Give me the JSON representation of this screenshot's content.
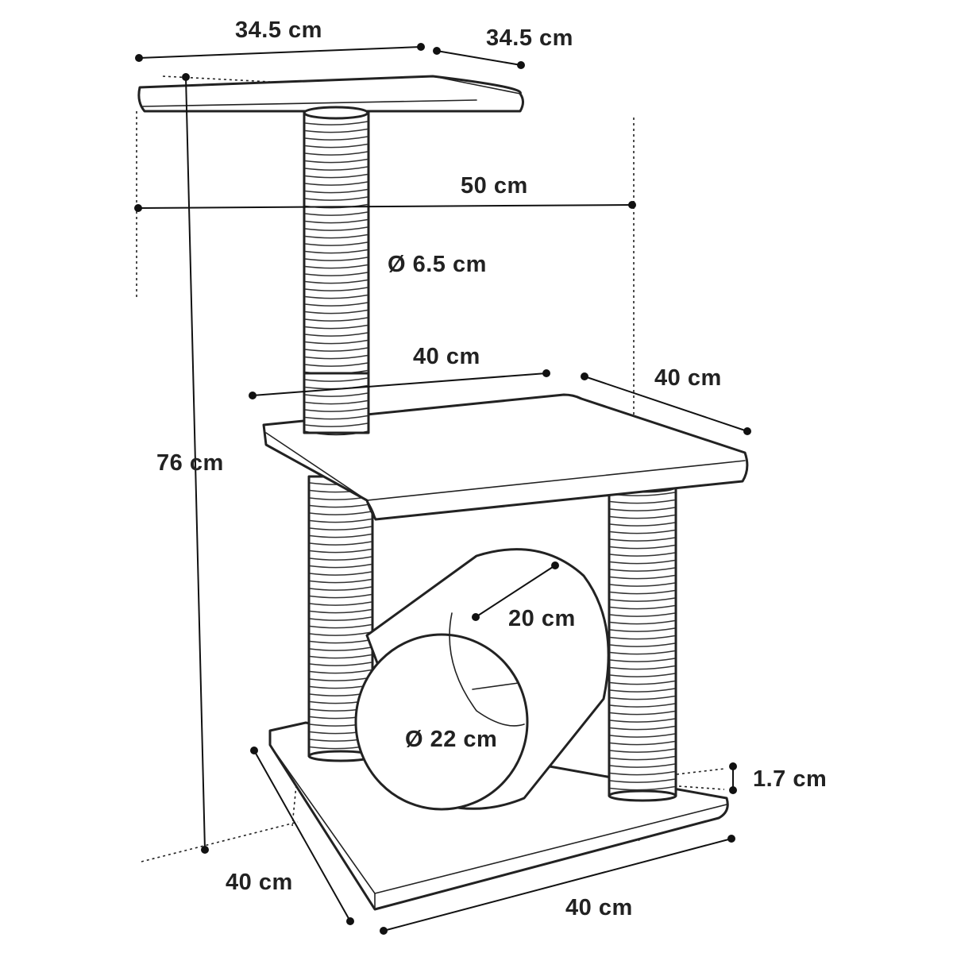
{
  "dimensions": {
    "top_platform_width": "34.5 cm",
    "top_platform_depth": "34.5 cm",
    "overall_width": "50 cm",
    "post_diameter": "Ø 6.5 cm",
    "middle_platform_width": "40 cm",
    "middle_platform_depth": "40 cm",
    "total_height": "76 cm",
    "tunnel_depth": "20 cm",
    "tunnel_diameter": "Ø 22 cm",
    "base_thickness": "1.7 cm",
    "base_depth": "40 cm",
    "base_width": "40 cm"
  },
  "colors": {
    "line": "#222222",
    "background": "#ffffff"
  }
}
